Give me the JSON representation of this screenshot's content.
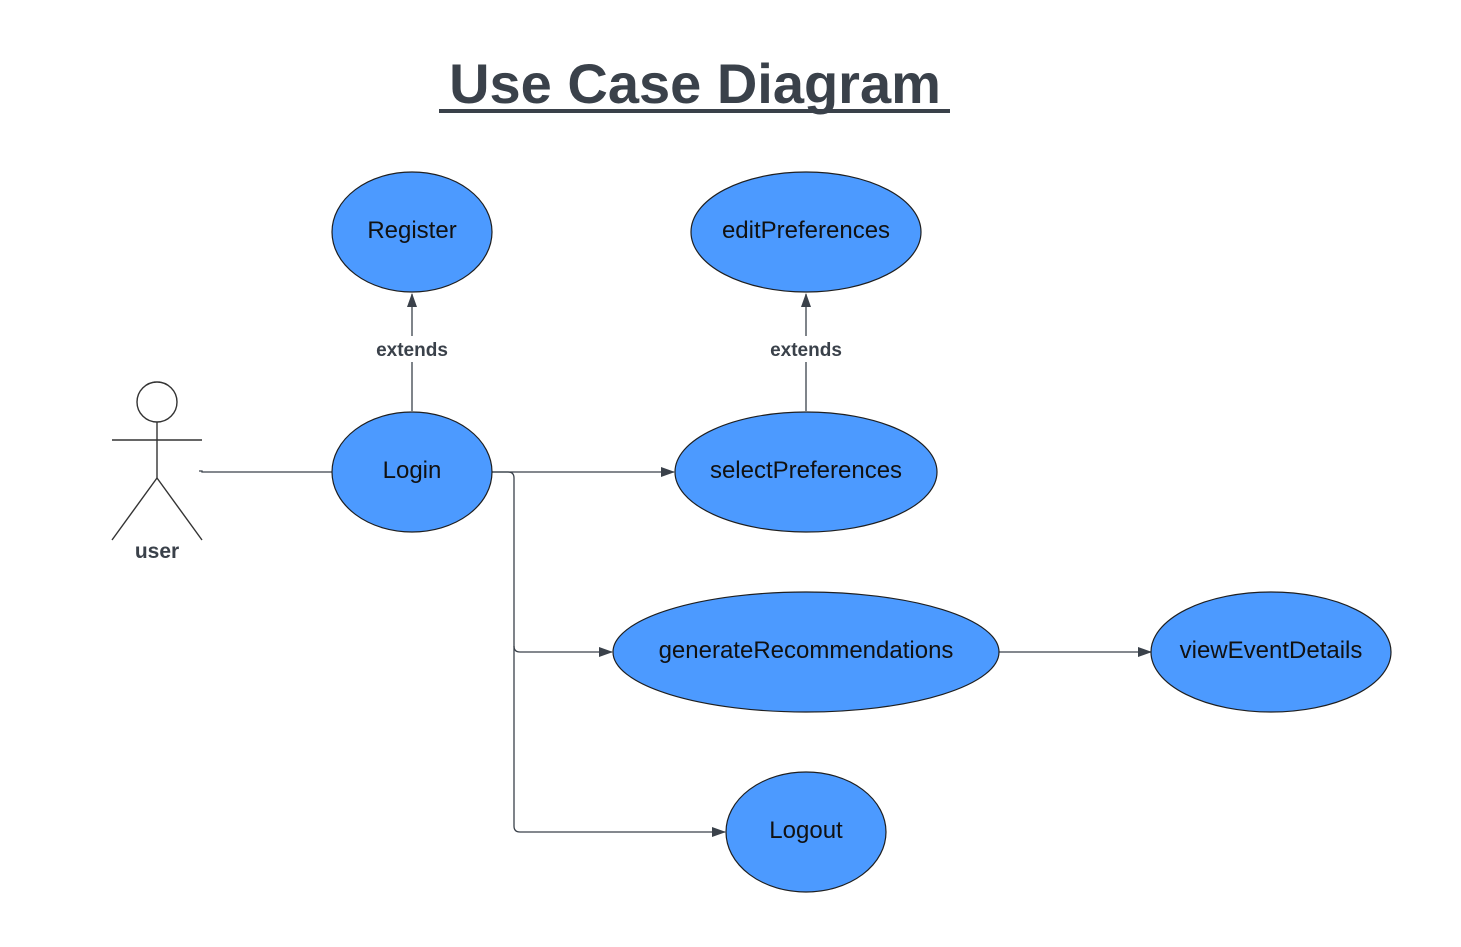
{
  "title": "Use Case Diagram",
  "actor": {
    "label": "user"
  },
  "use_cases": {
    "register": "Register",
    "login": "Login",
    "edit_preferences": "editPreferences",
    "select_preferences": "selectPreferences",
    "generate_recommendations": "generateRecommendations",
    "view_event_details": "viewEventDetails",
    "logout": "Logout"
  },
  "relations": {
    "login_register": "extends",
    "select_edit": "extends"
  },
  "colors": {
    "use_case_fill": "#4c9aff",
    "line": "#3a414a",
    "title": "#3a414a"
  }
}
